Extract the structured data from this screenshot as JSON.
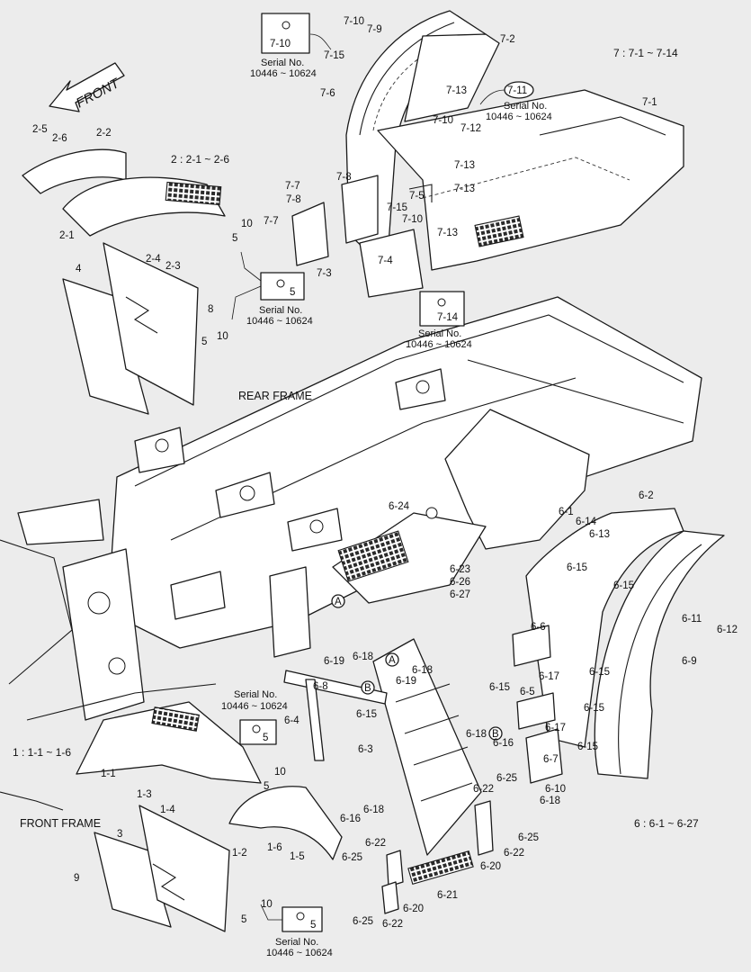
{
  "direction_arrow": {
    "label": "FRONT"
  },
  "frame_labels": {
    "rear": "REAR FRAME",
    "front": "FRONT FRAME"
  },
  "group_labels": {
    "g1": "1 : 1-1 ~ 1-6",
    "g2": "2 : 2-1 ~ 2-6",
    "g6": "6 : 6-1 ~ 6-27",
    "g7": "7 : 7-1 ~ 7-14"
  },
  "serial_boxes": [
    {
      "part": "7-10",
      "serial_label": "Serial No.",
      "serial_range": "10446 ~ 10624"
    },
    {
      "part": "5",
      "serial_label": "Serial No.",
      "serial_range": "10446 ~ 10624"
    },
    {
      "part": "7-14",
      "serial_label": "Serial No.",
      "serial_range": "10446 ~ 10624"
    },
    {
      "part": "5",
      "serial_label": "Serial No.",
      "serial_range": "10446 ~ 10624"
    },
    {
      "part": "5",
      "serial_label": "Serial No.",
      "serial_range": "10446 ~ 10624"
    }
  ],
  "circled_ref": {
    "part": "7-11",
    "serial_label": "Serial No.",
    "serial_range": "10446 ~ 10624"
  },
  "markers": {
    "a": "A",
    "b": "B"
  },
  "callouts": [
    "7-10",
    "7-9",
    "7-15",
    "7-2",
    "7-6",
    "7-13",
    "7-10",
    "7-12",
    "7-1",
    "2-5",
    "2-6",
    "2-2",
    "2-1",
    "2-4",
    "2-3",
    "10",
    "5",
    "7-7",
    "7-8",
    "7-7",
    "7-8",
    "7-13",
    "7-13",
    "7-5",
    "7-15",
    "7-10",
    "7-13",
    "7-4",
    "7-3",
    "4",
    "8",
    "5",
    "10",
    "6-24",
    "6-1",
    "6-14",
    "6-13",
    "6-2",
    "6-23",
    "6-26",
    "6-27",
    "6-15",
    "6-15",
    "6-11",
    "6-12",
    "6-6",
    "6-17",
    "6-15",
    "6-9",
    "6-19",
    "6-18",
    "6-19",
    "6-18",
    "6-8",
    "6-15",
    "6-4",
    "6-15",
    "6-5",
    "6-15",
    "6-17",
    "6-15",
    "6-18",
    "6-16",
    "6-7",
    "6-3",
    "6-22",
    "6-25",
    "6-18",
    "6-10",
    "6-16",
    "6-18",
    "6-22",
    "6-25",
    "6-22",
    "6-25",
    "6-20",
    "6-21",
    "6-25",
    "6-22",
    "6-20",
    "1-1",
    "1-3",
    "1-4",
    "10",
    "5",
    "1-2",
    "1-6",
    "1-5",
    "3",
    "9",
    "5",
    "10"
  ]
}
